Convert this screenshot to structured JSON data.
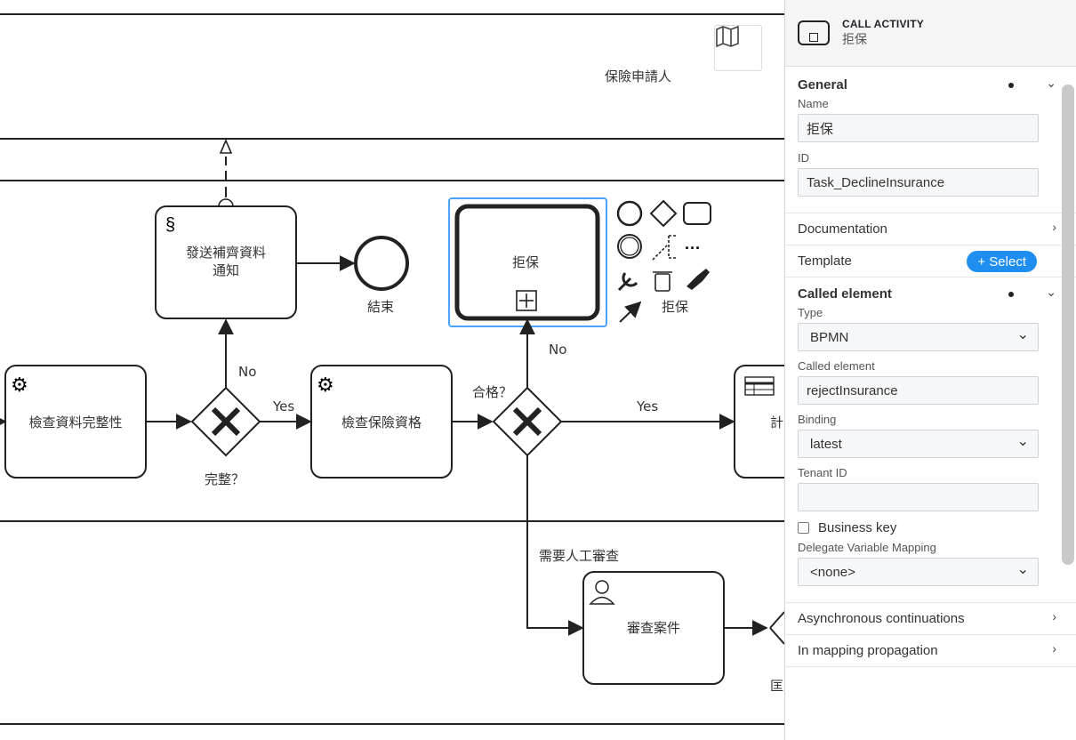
{
  "diagram": {
    "lane_label": "保險申請人",
    "tasks": {
      "send_notice": "發送補齊資料\n通知",
      "check_data": "檢查資料完整性",
      "check_eligibility": "檢查保險資格",
      "decline": "拒保",
      "review": "審查案件",
      "partial": "計"
    },
    "events": {
      "end": "結束"
    },
    "gateways": {
      "complete": "完整？",
      "eligible": "合格？"
    },
    "flows": {
      "no1": "No",
      "yes1": "Yes",
      "no2": "No",
      "yes2": "Yes",
      "manual": "需要人工審查"
    },
    "context_pad_label": "拒保",
    "cut_label": "匡"
  },
  "panel": {
    "element_type": "CALL ACTIVITY",
    "element_name": "拒保",
    "general": {
      "title": "General",
      "name_label": "Name",
      "name_value": "拒保",
      "id_label": "ID",
      "id_value": "Task_DeclineInsurance"
    },
    "documentation": "Documentation",
    "template": {
      "label": "Template",
      "button": "+ Select"
    },
    "called": {
      "title": "Called element",
      "type_label": "Type",
      "type_value": "BPMN",
      "called_label": "Called element",
      "called_value": "rejectInsurance",
      "binding_label": "Binding",
      "binding_value": "latest",
      "tenant_label": "Tenant ID",
      "tenant_value": "",
      "business_key": "Business key",
      "delegate_label": "Delegate Variable Mapping",
      "delegate_value": "<none>"
    },
    "async": "Asynchronous continuations",
    "in_mapping": "In mapping propagation"
  },
  "colors": {
    "selection": "#4aa3ff",
    "accent": "#1f8ef1"
  }
}
